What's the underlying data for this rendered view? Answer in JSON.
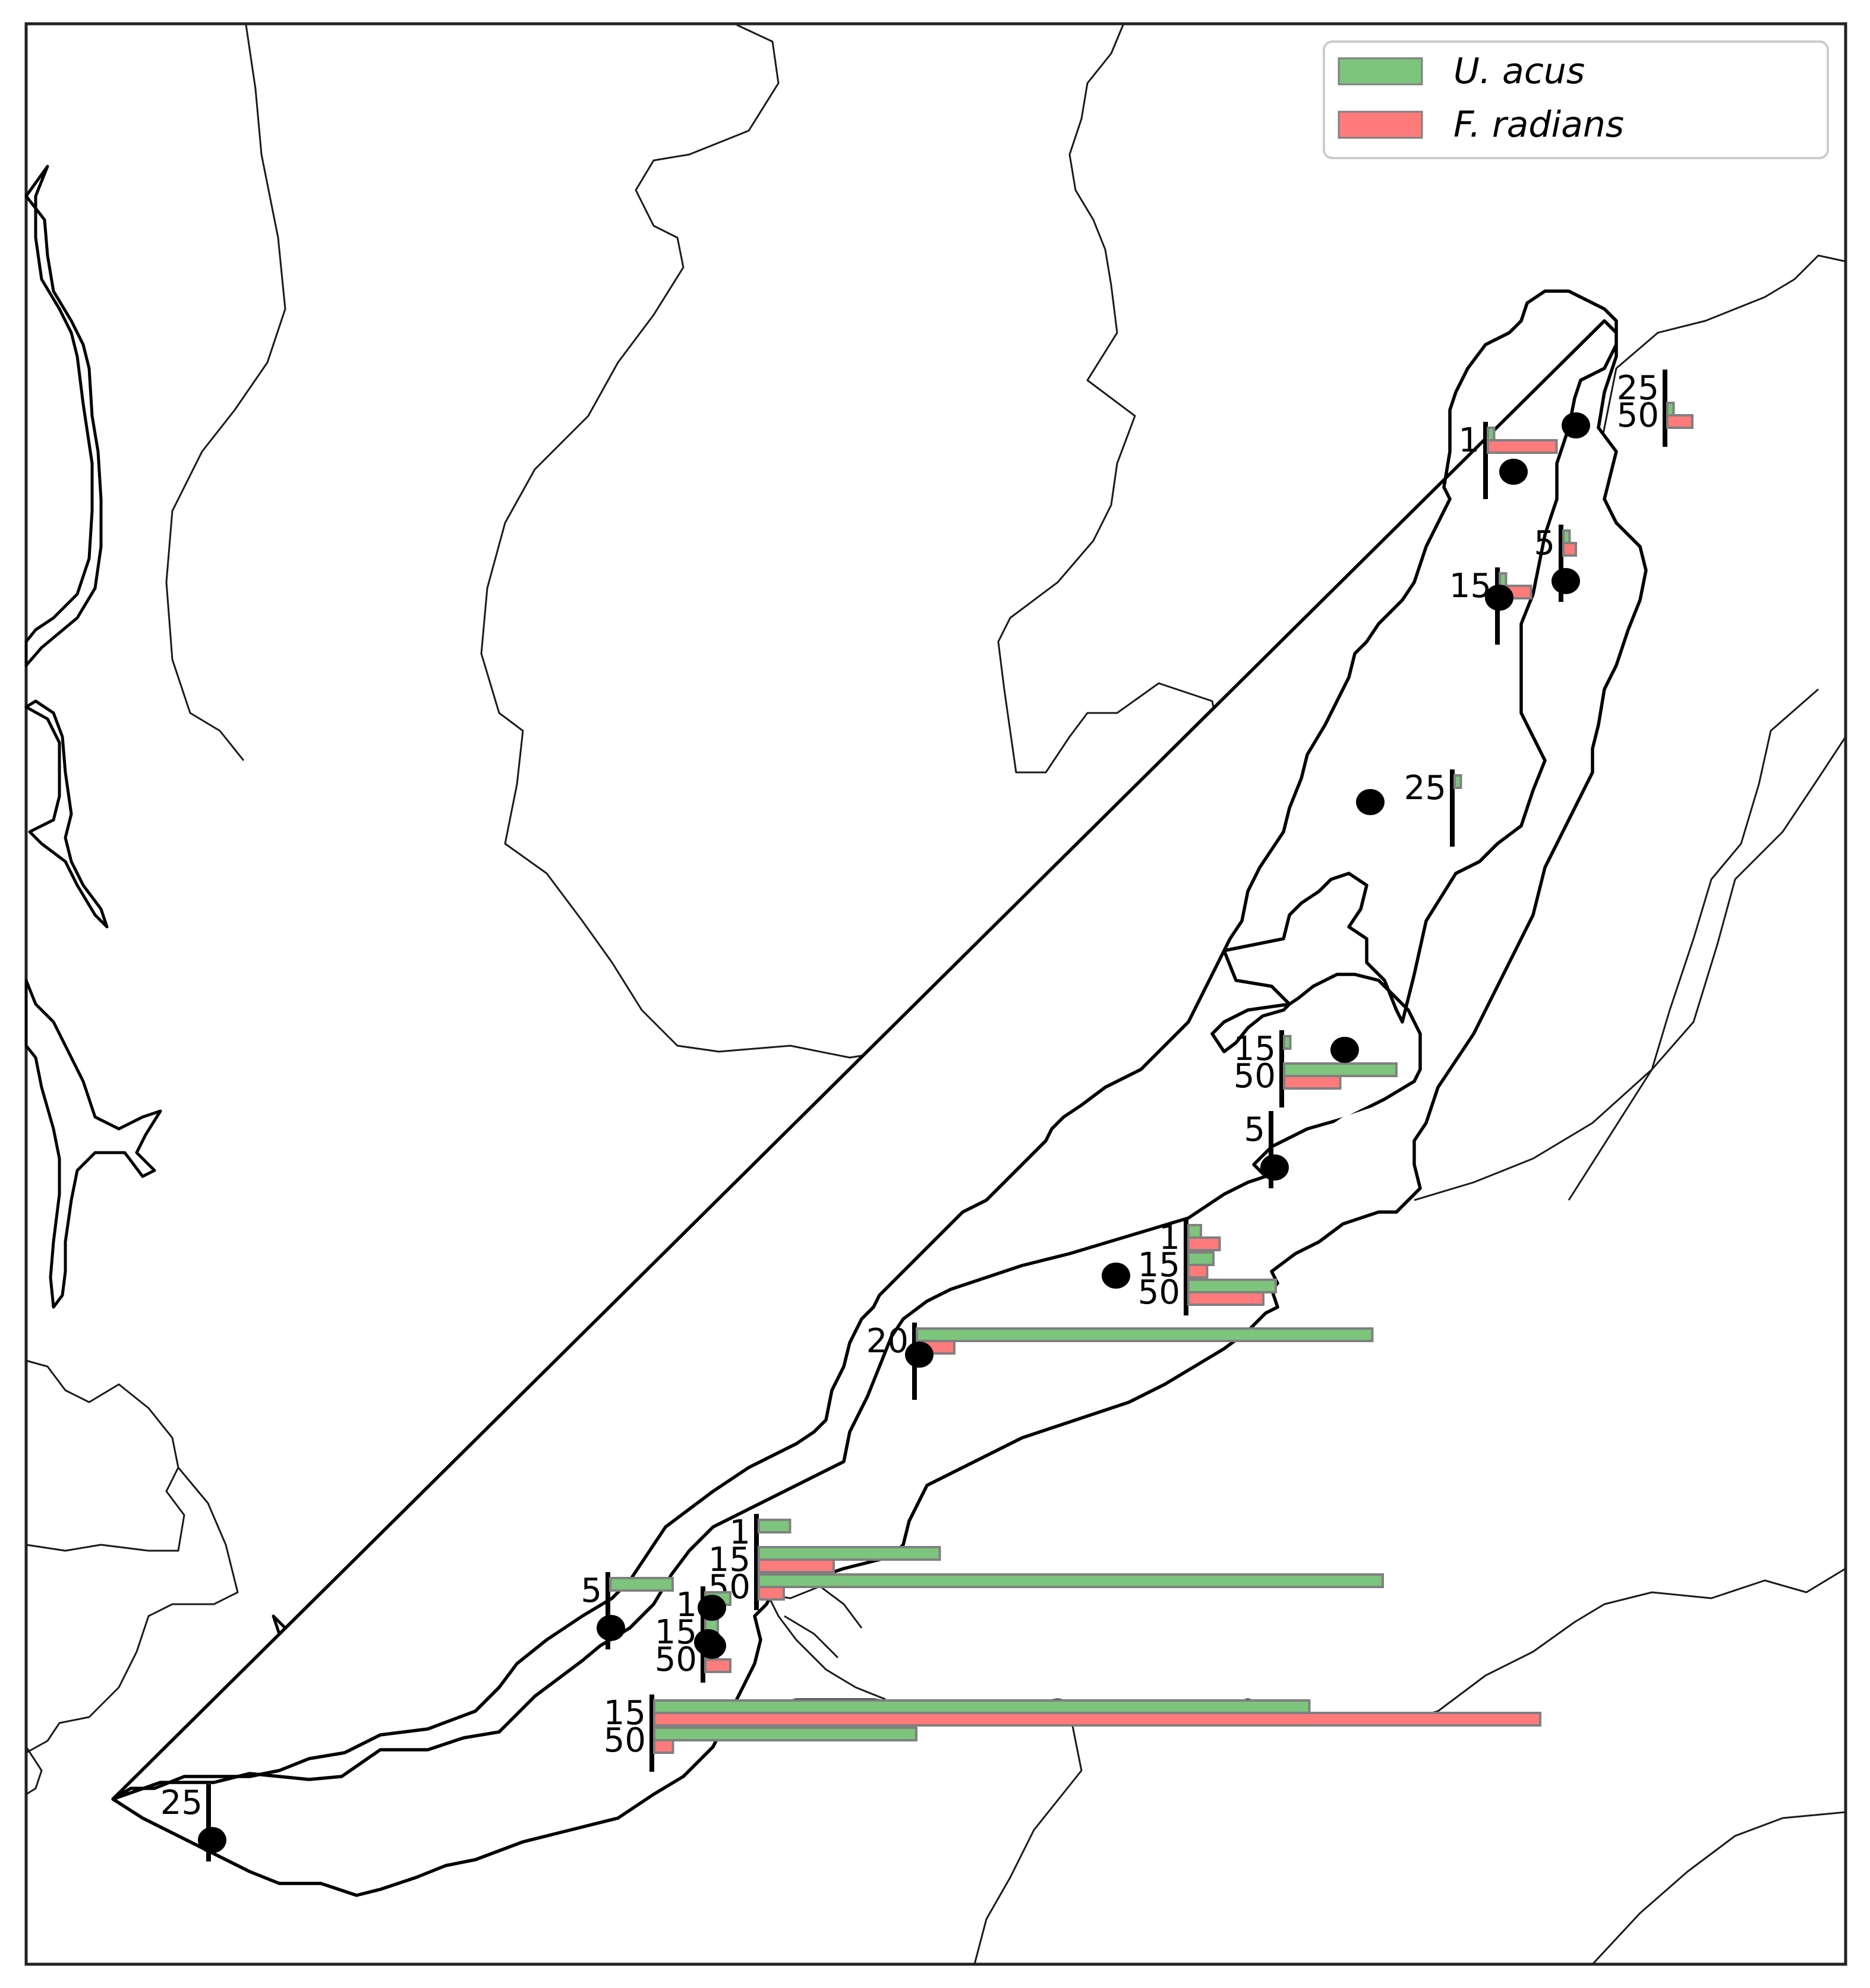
{
  "legend": {
    "items": [
      {
        "label": "U. acus",
        "color": "#7dc47d"
      },
      {
        "label": "F. radians",
        "color": "#ff7b7b"
      }
    ]
  },
  "colors": {
    "u_acus": "#7dc47d",
    "f_radians": "#ff7b7b",
    "bar_edge": "#808080",
    "station": "#000000"
  },
  "stations": [
    {
      "id": "s1",
      "rows": [
        {
          "depth": "25",
          "u_acus": 0.0,
          "f_radians": 0.0
        },
        {
          "depth": "50",
          "u_acus": 0.01,
          "f_radians": 0.04
        }
      ]
    },
    {
      "id": "s2",
      "rows": [
        {
          "depth": "1",
          "u_acus": 0.01,
          "f_radians": 0.11
        }
      ]
    },
    {
      "id": "s3",
      "rows": [
        {
          "depth": "5",
          "u_acus": 0.01,
          "f_radians": 0.02
        }
      ]
    },
    {
      "id": "s4",
      "rows": [
        {
          "depth": "15",
          "u_acus": 0.01,
          "f_radians": 0.05
        }
      ]
    },
    {
      "id": "s5",
      "rows": [
        {
          "depth": "25",
          "u_acus": 0.01,
          "f_radians": 0.0
        }
      ]
    },
    {
      "id": "s6",
      "rows": [
        {
          "depth": "15",
          "u_acus": 0.01,
          "f_radians": 0.0
        },
        {
          "depth": "50",
          "u_acus": 0.18,
          "f_radians": 0.09
        }
      ]
    },
    {
      "id": "s7",
      "rows": [
        {
          "depth": "5",
          "u_acus": 0.0,
          "f_radians": 0.0
        }
      ]
    },
    {
      "id": "s8",
      "rows": [
        {
          "depth": "1",
          "u_acus": 0.02,
          "f_radians": 0.05
        },
        {
          "depth": "15",
          "u_acus": 0.04,
          "f_radians": 0.03
        },
        {
          "depth": "50",
          "u_acus": 0.14,
          "f_radians": 0.12
        }
      ]
    },
    {
      "id": "s9",
      "rows": [
        {
          "depth": "20",
          "u_acus": 0.73,
          "f_radians": 0.06
        }
      ]
    },
    {
      "id": "s10",
      "rows": [
        {
          "depth": "1",
          "u_acus": 0.05,
          "f_radians": 0.0
        },
        {
          "depth": "15",
          "u_acus": 0.29,
          "f_radians": 0.12
        },
        {
          "depth": "50",
          "u_acus": 1.0,
          "f_radians": 0.04
        }
      ]
    },
    {
      "id": "s11",
      "rows": [
        {
          "depth": "5",
          "u_acus": 0.1,
          "f_radians": 0.0
        }
      ]
    },
    {
      "id": "s12",
      "rows": [
        {
          "depth": "1",
          "u_acus": 0.04,
          "f_radians": 0.0
        },
        {
          "depth": "15",
          "u_acus": 0.02,
          "f_radians": 0.01
        },
        {
          "depth": "50",
          "u_acus": 0.02,
          "f_radians": 0.04
        }
      ]
    },
    {
      "id": "s13",
      "rows": [
        {
          "depth": "15",
          "u_acus": 1.05,
          "f_radians": 1.42
        },
        {
          "depth": "50",
          "u_acus": 0.42,
          "f_radians": 0.03
        }
      ]
    },
    {
      "id": "s14",
      "rows": [
        {
          "depth": "25",
          "u_acus": 0.0,
          "f_radians": 0.0
        }
      ]
    }
  ]
}
